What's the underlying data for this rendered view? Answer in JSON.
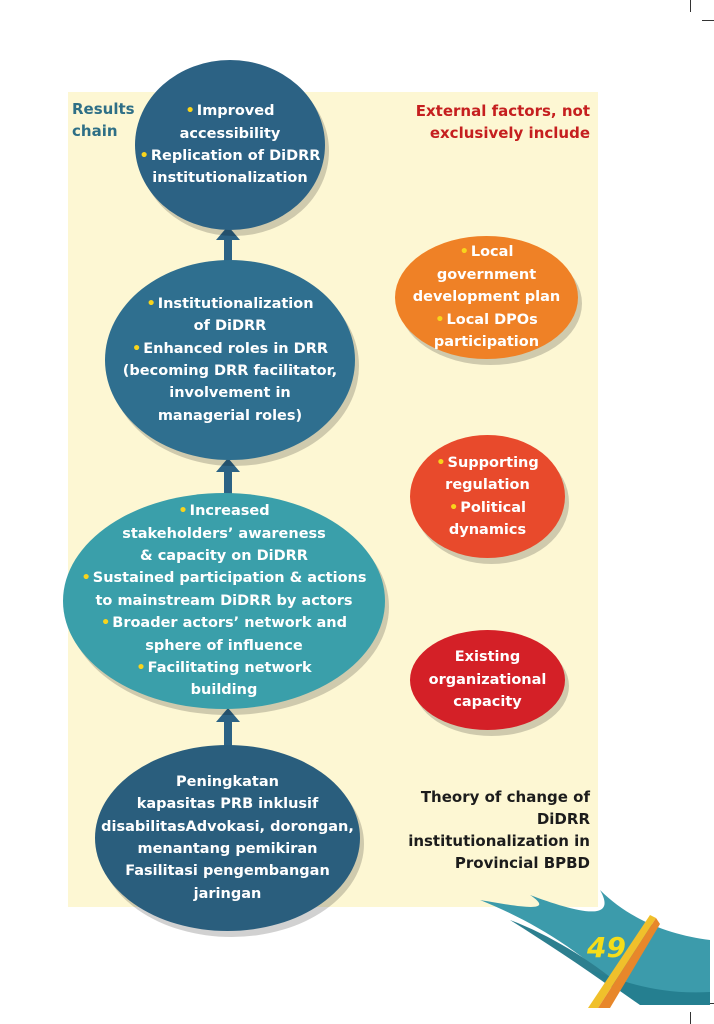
{
  "labels": {
    "results_chain": "Results chain",
    "external_factors": "External factors, not exclusively include",
    "theory_title": "Theory of change of DiDRR institutionalization in Provincial BPBD"
  },
  "chain": [
    {
      "lines": [
        {
          "bullet": true,
          "text": "Improved"
        },
        {
          "bullet": false,
          "text": "accessibility"
        },
        {
          "bullet": true,
          "text": "Replication of DiDRR"
        },
        {
          "bullet": false,
          "text": "institutionalization"
        }
      ]
    },
    {
      "lines": [
        {
          "bullet": true,
          "text": "Institutionalization"
        },
        {
          "bullet": false,
          "text": "of DiDRR"
        },
        {
          "bullet": true,
          "text": "Enhanced roles in DRR"
        },
        {
          "bullet": false,
          "text": "(becoming DRR facilitator,"
        },
        {
          "bullet": false,
          "text": "involvement in"
        },
        {
          "bullet": false,
          "text": "managerial roles)"
        }
      ]
    },
    {
      "lines": [
        {
          "bullet": true,
          "text": "Increased"
        },
        {
          "bullet": false,
          "text": "stakeholders’ awareness"
        },
        {
          "bullet": false,
          "text": "& capacity on DiDRR"
        },
        {
          "bullet": true,
          "text": "Sustained participation & actions"
        },
        {
          "bullet": false,
          "text": "to mainstream DiDRR by actors"
        },
        {
          "bullet": true,
          "text": "Broader actors’ network and"
        },
        {
          "bullet": false,
          "text": "sphere of influence"
        },
        {
          "bullet": true,
          "text": "Facilitating network"
        },
        {
          "bullet": false,
          "text": "building"
        }
      ]
    },
    {
      "lines": [
        {
          "bullet": false,
          "text": "Peningkatan"
        },
        {
          "bullet": false,
          "text": "kapasitas PRB inklusif"
        },
        {
          "bullet": false,
          "text": "disabilitasAdvokasi, dorongan,"
        },
        {
          "bullet": false,
          "text": "menantang pemikiran"
        },
        {
          "bullet": false,
          "text": "Fasilitasi pengembangan"
        },
        {
          "bullet": false,
          "text": "jaringan"
        }
      ]
    }
  ],
  "factors": [
    {
      "lines": [
        {
          "bullet": true,
          "text": "Local"
        },
        {
          "bullet": false,
          "text": "government"
        },
        {
          "bullet": false,
          "text": "development plan"
        },
        {
          "bullet": true,
          "text": "Local DPOs"
        },
        {
          "bullet": false,
          "text": "participation"
        }
      ]
    },
    {
      "lines": [
        {
          "bullet": true,
          "text": "Supporting"
        },
        {
          "bullet": false,
          "text": "regulation"
        },
        {
          "bullet": true,
          "text": "Political"
        },
        {
          "bullet": false,
          "text": "dynamics"
        }
      ]
    },
    {
      "lines": [
        {
          "bullet": false,
          "text": "Existing"
        },
        {
          "bullet": false,
          "text": "organizational"
        },
        {
          "bullet": false,
          "text": "capacity"
        }
      ]
    }
  ],
  "page_number": "49",
  "colors": {
    "panel": "#fdf7d3",
    "chain_dark": "#2c6284",
    "chain_teal": "#3a9faa",
    "factor_orange": "#ef8126",
    "factor_redorange": "#e84a2c",
    "factor_red": "#d42027",
    "bullet": "#f8d41c",
    "external_label": "#c51f1f",
    "results_label": "#2e6f86"
  }
}
